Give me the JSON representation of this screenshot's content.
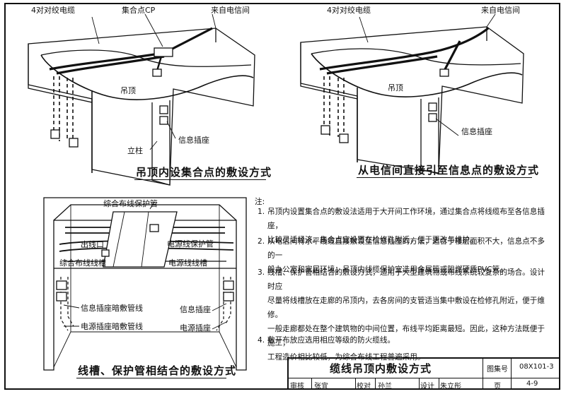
{
  "diagram_top_left": {
    "caption": "吊顶内设集合点的敷设方式",
    "labels": {
      "cable": "4对对绞电缆",
      "cp": "集合点CP",
      "from_telecom": "来自电信间",
      "ceiling": "吊顶",
      "outlet": "信息插座",
      "column": "立柱"
    }
  },
  "diagram_top_right": {
    "caption": "从电信间直接引至信息点的敷设方式",
    "labels": {
      "cable": "4对对绞电缆",
      "from_telecom": "来自电信间",
      "ceiling": "吊顶",
      "outlet": "信息插座"
    }
  },
  "diagram_bottom_left": {
    "caption": "线槽、保护管相结合的敷设方式",
    "labels": {
      "protect_pipe": "综合布线保护管",
      "outlet_box": "出线口",
      "power_pipe": "电源线保护管",
      "trunk": "综合布线线槽",
      "power_trunk": "电源线线槽",
      "info_conduit": "信息插座暗敷管线",
      "power_conduit": "电源插座暗敷管线",
      "info_outlet": "信息插座",
      "power_outlet": "电源插座"
    }
  },
  "notes": {
    "heading": "注:",
    "items": [
      {
        "num": "1.",
        "lines": [
          "吊顶内设置集合点的敷设法适用于大开间工作环境，通过集合点将线缆布至各信息插座，",
          "比较灵活经济。集合点宜设置在检修孔附近，便于更改与维护。"
        ]
      },
      {
        "num": "2.",
        "lines": [
          "从电信间将水平线缆直接敷设至信息插座的方法，适合于楼层面积不大，信息点不多的一",
          "般办公室和家居环境；吊顶内线缆保护宜选用金属管或阻燃硬质PVC管。"
        ]
      },
      {
        "num": "3.",
        "lines": [
          "线槽、保护管相结合的敷设方式，适用于大型建筑物或布线系统较复杂的场合。设计时应",
          "尽量将线槽放在走廊的吊顶内，去各房间的支管适当集中敷设在检修孔附近，便于维修。",
          "一般走廊都处在整个建筑物的中间位置，布线平均距离最短。因此，这种方法既便于施工，",
          "工程造价相比较低，为综合布线工程普遍采用。"
        ]
      },
      {
        "num": "4.",
        "lines": [
          "敷开布放应选用相应等级的防火缆线。"
        ]
      }
    ]
  },
  "title_block": {
    "title": "缆线吊顶内敷设方式",
    "atlas_label": "图集号",
    "atlas_no": "08X101-3",
    "page_label": "页",
    "page_no": "4-9",
    "review_label": "审核",
    "review_name": "张宜",
    "check_label": "校对",
    "check_name": "孙兰",
    "design_label": "设计",
    "design_name": "朱立彤"
  }
}
